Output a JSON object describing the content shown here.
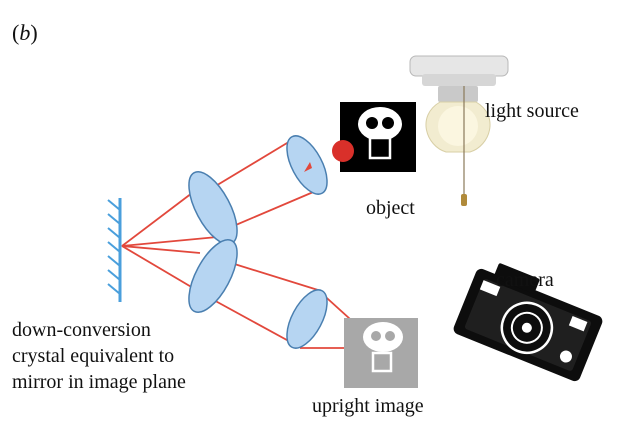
{
  "panel_label": {
    "open": "(",
    "letter": "b",
    "close": ")"
  },
  "labels": {
    "light_source": "light source",
    "object": "object",
    "camera": "camera",
    "upright_image": "upright image",
    "crystal_lines": [
      "down-conversion",
      "crystal equivalent to",
      "mirror in image plane"
    ]
  },
  "colors": {
    "ray": "#e2483c",
    "lens_fill": "#b6d5f2",
    "lens_stroke": "#4a7fb0",
    "mirror": "#4a9fdc",
    "object_bg": "#000000",
    "image_bg": "#a8a8a8",
    "ball": "#d9302a"
  },
  "icons": {
    "bulb": "light-bulb-icon",
    "camera": "camera-icon",
    "object": "skull-object-icon",
    "image": "skull-image-icon"
  }
}
